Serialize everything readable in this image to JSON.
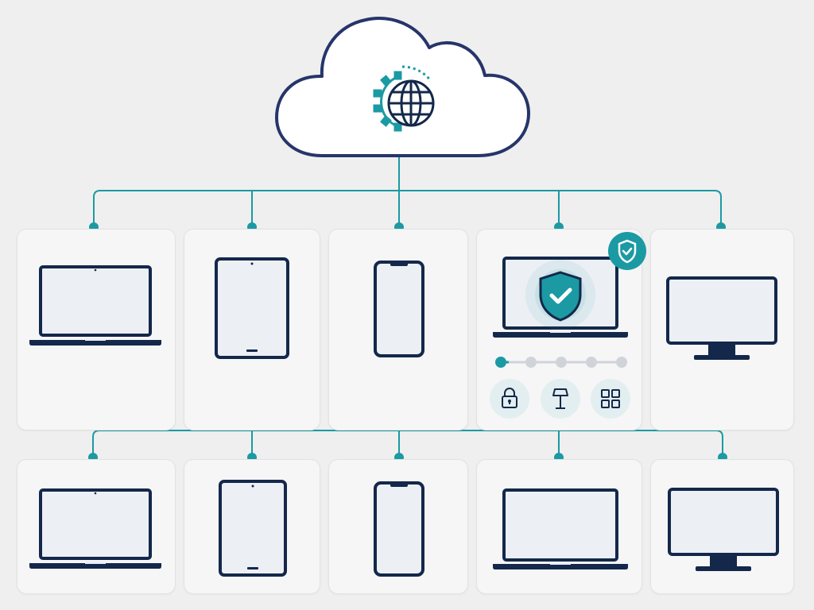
{
  "colors": {
    "background": "#efefef",
    "card": "#f6f6f7",
    "navy": "#13284a",
    "teal": "#1b9aa3",
    "screen": "#eceff4",
    "muted": "#d0d4d8"
  },
  "cloud": {
    "icon": "globe-gear-icon"
  },
  "row1": [
    {
      "device": "laptop",
      "icon": "laptop-icon"
    },
    {
      "device": "tablet",
      "icon": "tablet-icon"
    },
    {
      "device": "phone",
      "icon": "smartphone-icon"
    },
    {
      "device": "laptop-secure",
      "icon": "laptop-shield-icon",
      "badge": "shield-check-icon"
    },
    {
      "device": "monitor",
      "icon": "monitor-icon"
    }
  ],
  "row2": [
    {
      "device": "laptop",
      "icon": "laptop-icon"
    },
    {
      "device": "tablet",
      "icon": "tablet-icon"
    },
    {
      "device": "phone",
      "icon": "smartphone-icon"
    },
    {
      "device": "laptop",
      "icon": "laptop-icon"
    },
    {
      "device": "monitor",
      "icon": "monitor-icon"
    }
  ],
  "secure_panel": {
    "progress_step": 1,
    "progress_total": 5,
    "icons": [
      "lock-icon",
      "lamp-icon",
      "grid-icon"
    ]
  }
}
